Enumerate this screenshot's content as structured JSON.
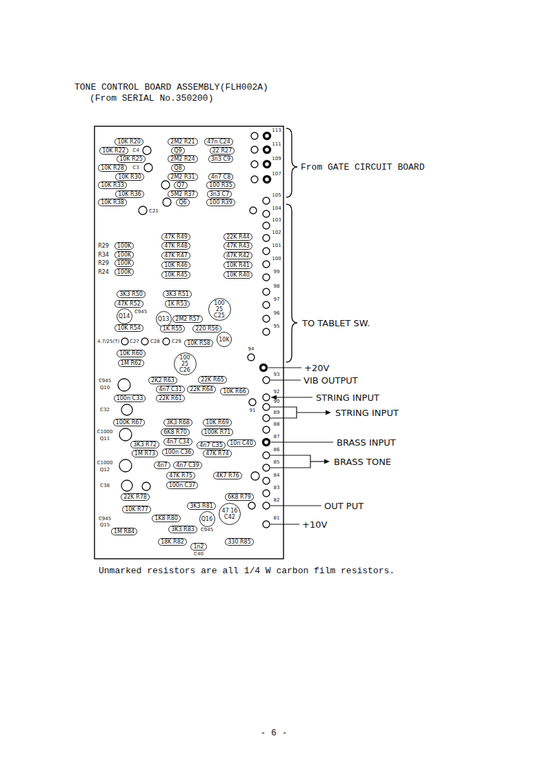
{
  "diagram": {
    "title": "TONE CONTROL BOARD ASSEMBLY(FLH002A)",
    "caption": "Unmarked resistors are all 1/4 W carbon film resistors.",
    "nodes": [
      {
        "text": [
          "10K R20"
        ]
      },
      {
        "text": [
          "2M2 R21"
        ]
      },
      {
        "text": [
          "47n C24"
        ]
      },
      {
        "text": [
          "10K R22"
        ]
      },
      {
        "text": [
          "Q9"
        ]
      },
      {
        "text": [
          "22 R27"
        ]
      },
      {
        "text": [
          "10K R25"
        ]
      },
      {
        "text": [
          "2M2 R24"
        ]
      },
      {
        "text": [
          "3n3 C9"
        ]
      },
      {
        "text": [
          "10K R28"
        ]
      },
      {
        "text": [
          "Q8"
        ]
      },
      {
        "text": [
          "10K R30"
        ]
      },
      {
        "text": [
          "2M2 R31"
        ]
      },
      {
        "text": [
          "4n7 C8"
        ]
      },
      {
        "text": [
          "10K R33"
        ]
      },
      {
        "text": [
          "Q7"
        ]
      },
      {
        "text": [
          "100 R35"
        ]
      },
      {
        "text": [
          "10K R36"
        ]
      },
      {
        "text": [
          "5M2 R37"
        ]
      },
      {
        "text": [
          "3n3 C7"
        ]
      },
      {
        "text": [
          "10K R38"
        ]
      },
      {
        "text": [
          "Q6"
        ]
      },
      {
        "text": [
          "100 R39"
        ]
      },
      {
        "text": [
          "100K"
        ]
      },
      {
        "text": [
          "100K"
        ]
      },
      {
        "text": [
          "100K"
        ]
      },
      {
        "text": [
          "100K"
        ]
      },
      {
        "text": [
          "47K R49"
        ]
      },
      {
        "text": [
          "47K R48"
        ]
      },
      {
        "text": [
          "47K R47"
        ]
      },
      {
        "text": [
          "10K R46"
        ]
      },
      {
        "text": [
          "10K R45"
        ]
      },
      {
        "text": [
          "22K R44"
        ]
      },
      {
        "text": [
          "47K R43"
        ]
      },
      {
        "text": [
          "47K R42"
        ]
      },
      {
        "text": [
          "10K R41"
        ]
      },
      {
        "text": [
          "10K R40"
        ]
      },
      {
        "text": [
          "3K3 R50"
        ]
      },
      {
        "text": [
          "3K3 R51"
        ]
      },
      {
        "text": [
          "47K R52"
        ]
      },
      {
        "text": [
          "1K R53"
        ]
      },
      {
        "text": [
          "100 25 C25"
        ]
      },
      {
        "text": [
          "Q14"
        ]
      },
      {
        "text": [
          "Q13"
        ]
      },
      {
        "text": [
          "2M2 R57"
        ]
      },
      {
        "text": [
          "10K R54"
        ]
      },
      {
        "text": [
          "1K R55"
        ]
      },
      {
        "text": [
          "220 R56"
        ]
      },
      {
        "text": [
          "10K"
        ]
      },
      {
        "text": [
          "10K R58"
        ]
      },
      {
        "text": [
          "10K R60"
        ]
      },
      {
        "text": [
          "1M R62"
        ]
      },
      {
        "text": [
          "100 25 C26"
        ]
      },
      {
        "text": [
          "2K2 R63"
        ]
      },
      {
        "text": [
          "22K R65"
        ]
      },
      {
        "text": [
          "4n7 C31"
        ]
      },
      {
        "text": [
          "22K R64"
        ]
      },
      {
        "text": [
          "10K R66"
        ]
      },
      {
        "text": [
          "100n C33"
        ]
      },
      {
        "text": [
          "22K R61"
        ]
      },
      {
        "text": [
          "100K R67"
        ]
      },
      {
        "text": [
          "3K3 R68"
        ]
      },
      {
        "text": [
          "10K R69"
        ]
      },
      {
        "text": [
          "6K8 R70"
        ]
      },
      {
        "text": [
          "100K R71"
        ]
      },
      {
        "text": [
          "3K3 R72"
        ]
      },
      {
        "text": [
          "4n7 C34"
        ]
      },
      {
        "text": [
          "4n7 C35"
        ]
      },
      {
        "text": [
          "10n C40"
        ]
      },
      {
        "text": [
          "1M R73"
        ]
      },
      {
        "text": [
          "100n C36"
        ]
      },
      {
        "text": [
          "47K R74"
        ]
      },
      {
        "text": [
          "4n7"
        ]
      },
      {
        "text": [
          "4n7 C39"
        ]
      },
      {
        "text": [
          "47K R75"
        ]
      },
      {
        "text": [
          "4K7 R76"
        ]
      },
      {
        "text": [
          "100n C37"
        ]
      },
      {
        "text": [
          "22K R78"
        ]
      },
      {
        "text": [
          "6K8 R79"
        ]
      },
      {
        "text": [
          "10K R77"
        ]
      },
      {
        "text": [
          "3K3 R81"
        ]
      },
      {
        "text": [
          "47 16 C42"
        ]
      },
      {
        "text": [
          "1K8 R80"
        ]
      },
      {
        "text": [
          "Q16"
        ]
      },
      {
        "text": [
          "1M R84"
        ]
      },
      {
        "text": [
          "3K3 R83"
        ]
      },
      {
        "text": [
          "18K R82"
        ]
      },
      {
        "text": [
          "1n2"
        ]
      },
      {
        "text": [
          "330 R85"
        ]
      }
    ],
    "labels": [
      "(From SERIAL No.350200)",
      "From GATE CIRCUIT BOARD",
      "113",
      "111",
      "109",
      "107",
      "105",
      "104",
      "103",
      "102",
      "101",
      "100",
      "99",
      "98",
      "97",
      "96",
      "95",
      "94",
      "93",
      "92",
      "91",
      "90",
      "89",
      "88",
      "87",
      "86",
      "85",
      "84",
      "83",
      "82",
      "81",
      "TO TABLET SW.",
      "+20V",
      "VIB OUTPUT",
      "STRING INPUT",
      "STRING INPUT",
      "BRASS INPUT",
      "BRASS TONE",
      "OUT PUT",
      "+10V",
      "C4",
      "C3",
      "C21",
      "R29",
      "R34",
      "R29",
      "R24",
      "C945",
      "4.7/25(T)",
      "C27",
      "C28",
      "C29",
      "C945",
      "Q10",
      "C32",
      "C1000",
      "Q11",
      "C1000",
      "Q12",
      "C38",
      "C945",
      "Q15",
      "C945",
      "C40",
      "- 6 -"
    ]
  }
}
